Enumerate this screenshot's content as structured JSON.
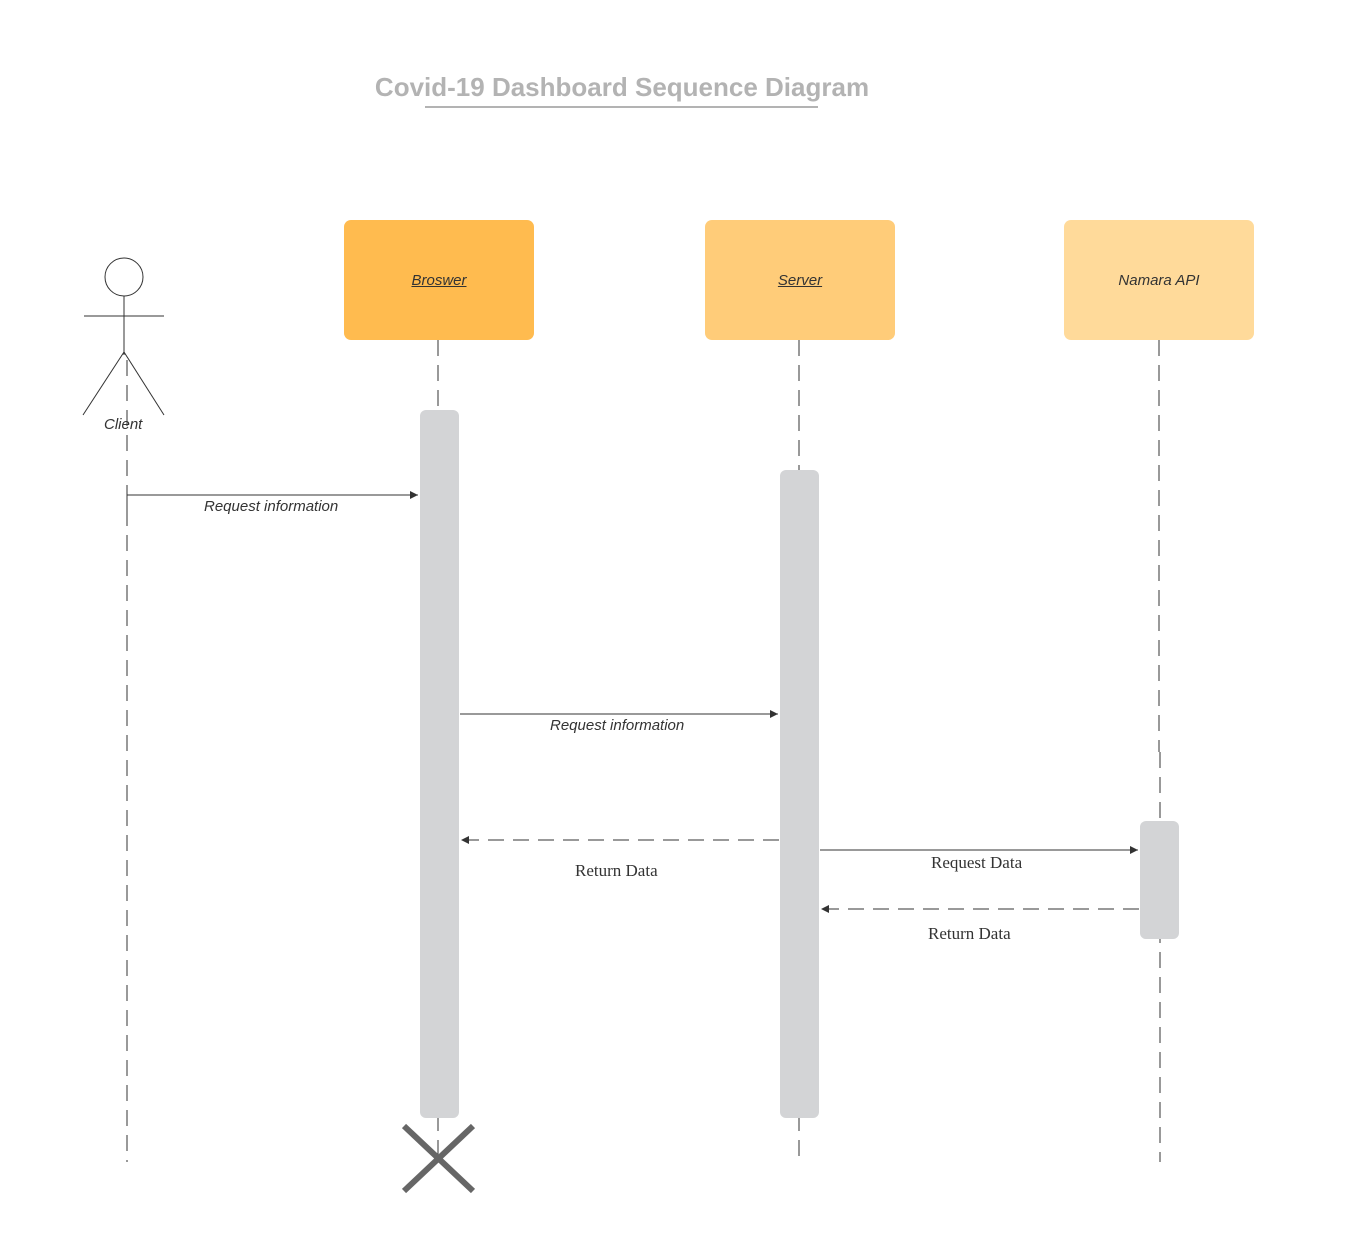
{
  "title": "Covid-19 Dashboard Sequence Diagram",
  "actor": {
    "label": "Client"
  },
  "participants": [
    {
      "label": "Broswer",
      "color": "#ffbb4f",
      "underlined": true
    },
    {
      "label": "Server",
      "color": "#ffcc79",
      "underlined": true
    },
    {
      "label": "Namara API",
      "color": "#ffda9a",
      "underlined": false
    }
  ],
  "messages": [
    {
      "from": "Client",
      "to": "Broswer",
      "label": "Request information",
      "style": "solid"
    },
    {
      "from": "Broswer",
      "to": "Server",
      "label": "Request information",
      "style": "solid"
    },
    {
      "from": "Server",
      "to": "Broswer",
      "label": "Return Data",
      "style": "dashed"
    },
    {
      "from": "Server",
      "to": "Namara API",
      "label": "Request Data",
      "style": "solid"
    },
    {
      "from": "Namara API",
      "to": "Server",
      "label": "Return Data",
      "style": "dashed"
    }
  ],
  "termination": {
    "lifeline": "Broswer",
    "symbol": "destroy-icon"
  },
  "colors": {
    "activation": "#d3d4d6",
    "line": "#333333",
    "title": "#b3b3b3",
    "destroy": "#666666"
  }
}
